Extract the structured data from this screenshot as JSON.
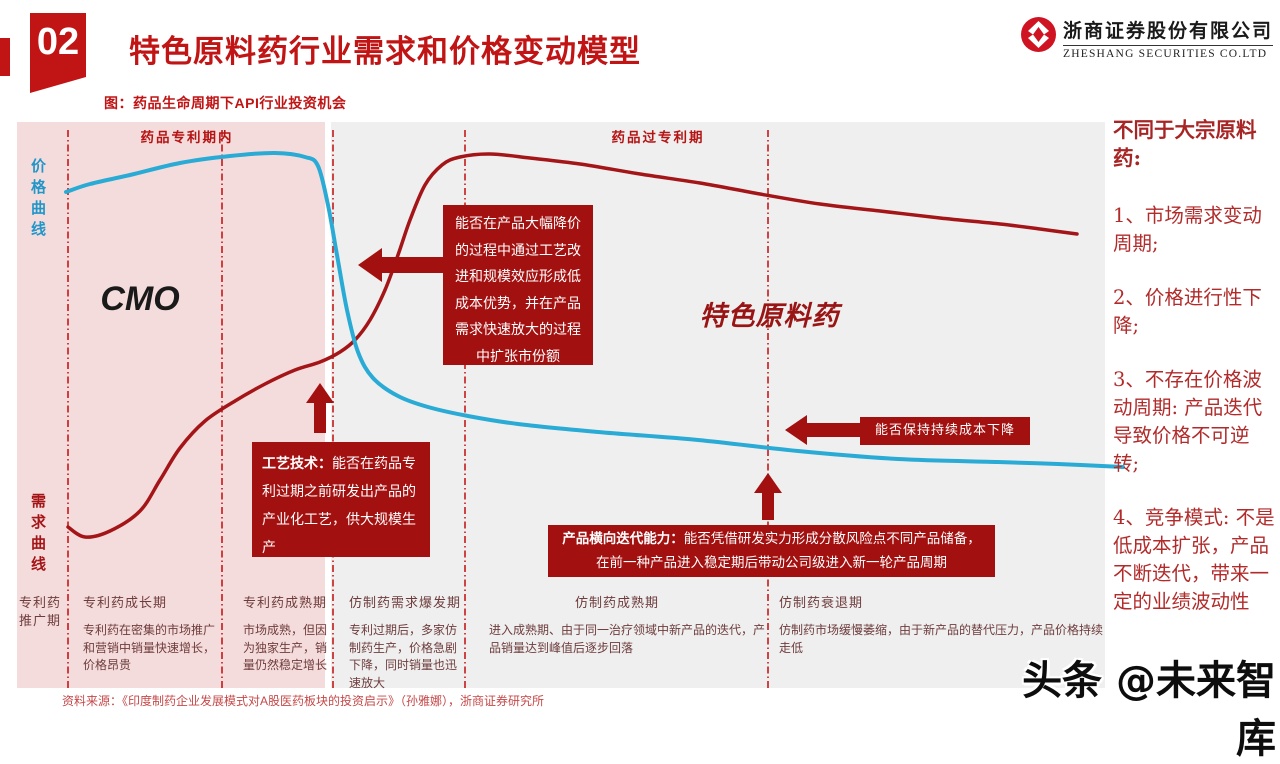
{
  "header": {
    "badge": "02",
    "title": "特色原料药行业需求和价格变动模型",
    "logo": {
      "cn": "浙商证券股份有限公司",
      "en": "ZHESHANG SECURITIES CO.LTD"
    }
  },
  "caption": "图：药品生命周期下API行业投资机会",
  "chart": {
    "period_labels": [
      "药品专利期内",
      "药品过专利期"
    ],
    "axis_labels": {
      "price": "价格曲线",
      "demand": "需求曲线"
    },
    "region_labels": {
      "cmo": "CMO",
      "api": "特色原料药"
    },
    "annotations": {
      "center_box": "能否在产品大幅降价的过程中通过工艺改进和规模效应形成低成本优势，并在产品需求快速放大的过程中扩张市份额",
      "process_box_title": "工艺技术：",
      "process_box_body": "能否在药品专利过期之前研发出产品的产业化工艺，供大规模生产",
      "cost_box": "能否保持持续成本下降",
      "iteration_box_title": "产品横向迭代能力：",
      "iteration_box_body": "能否凭借研发实力形成分散风险点不同产品储备，在前一种产品进入稳定期后带动公司级进入新一轮产品周期"
    },
    "phases": [
      {
        "title": "专利药推广期",
        "desc": ""
      },
      {
        "title": "专利药成长期",
        "desc": "专利药在密集的市场推广和营销中销量快速增长，价格昂贵"
      },
      {
        "title": "专利药成熟期",
        "desc": "市场成熟，但因为独家生产，销量仍然稳定增长"
      },
      {
        "title": "仿制药需求爆发期",
        "desc": "专利过期后，多家仿制药生产，价格急剧下降，同时销量也迅速放大"
      },
      {
        "title": "仿制药成熟期",
        "desc": "进入成熟期、由于同一治疗领域中新产品的迭代，产品销量达到峰值后逐步回落"
      },
      {
        "title": "仿制药衰退期",
        "desc": "仿制药市场缓慢萎缩，由于新产品的替代压力，产品价格持续走低"
      }
    ],
    "dividers_x": [
      51,
      205,
      316,
      448,
      751
    ],
    "curves": {
      "price": {
        "color": "#29abd6",
        "points": [
          [
            49,
            70
          ],
          [
            73,
            62
          ],
          [
            113,
            53
          ],
          [
            163,
            41
          ],
          [
            213,
            34
          ],
          [
            258,
            31
          ],
          [
            288,
            35
          ],
          [
            301,
            44
          ],
          [
            311,
            83
          ],
          [
            320,
            133
          ],
          [
            330,
            188
          ],
          [
            341,
            230
          ],
          [
            356,
            256
          ],
          [
            381,
            274
          ],
          [
            411,
            285
          ],
          [
            451,
            294
          ],
          [
            501,
            302
          ],
          [
            581,
            310
          ],
          [
            681,
            318
          ],
          [
            781,
            329
          ],
          [
            881,
            337
          ],
          [
            981,
            340
          ],
          [
            1041,
            342
          ],
          [
            1106,
            345
          ]
        ]
      },
      "demand": {
        "color": "#a41518",
        "points": [
          [
            51,
            405
          ],
          [
            68,
            415
          ],
          [
            93,
            409
          ],
          [
            123,
            389
          ],
          [
            143,
            358
          ],
          [
            163,
            326
          ],
          [
            188,
            299
          ],
          [
            218,
            279
          ],
          [
            248,
            262
          ],
          [
            278,
            248
          ],
          [
            303,
            240
          ],
          [
            323,
            230
          ],
          [
            338,
            218
          ],
          [
            353,
            198
          ],
          [
            368,
            168
          ],
          [
            381,
            133
          ],
          [
            393,
            98
          ],
          [
            408,
            63
          ],
          [
            425,
            43
          ],
          [
            443,
            35
          ],
          [
            473,
            32
          ],
          [
            513,
            36
          ],
          [
            563,
            42
          ],
          [
            623,
            52
          ],
          [
            683,
            61
          ],
          [
            743,
            72
          ],
          [
            803,
            82
          ],
          [
            863,
            89
          ],
          [
            923,
            96
          ],
          [
            983,
            102
          ],
          [
            1023,
            107
          ],
          [
            1060,
            112
          ]
        ]
      }
    }
  },
  "sidebar": {
    "title": "不同于大宗原料药:",
    "items": [
      "1、市场需求变动周期;",
      "2、价格进行性下降;",
      "3、不存在价格波动周期: 产品迭代导致价格不可逆转;",
      "4、竞争模式: 不是低成本扩张，产品不断迭代，带来一定的业绩波动性"
    ]
  },
  "footer": {
    "source": "资料来源：《印度制药企业发展模式对A股医药板块的投资启示》（孙雅娜），浙商证券研究所",
    "watermark": "头条 @未来智库"
  },
  "colors": {
    "accent": "#c11414",
    "annotation_box": "#a31010",
    "demand_curve": "#a41518",
    "price_curve": "#29abd6",
    "cmo_background": "#f5dcdc",
    "api_background": "#efefef"
  }
}
